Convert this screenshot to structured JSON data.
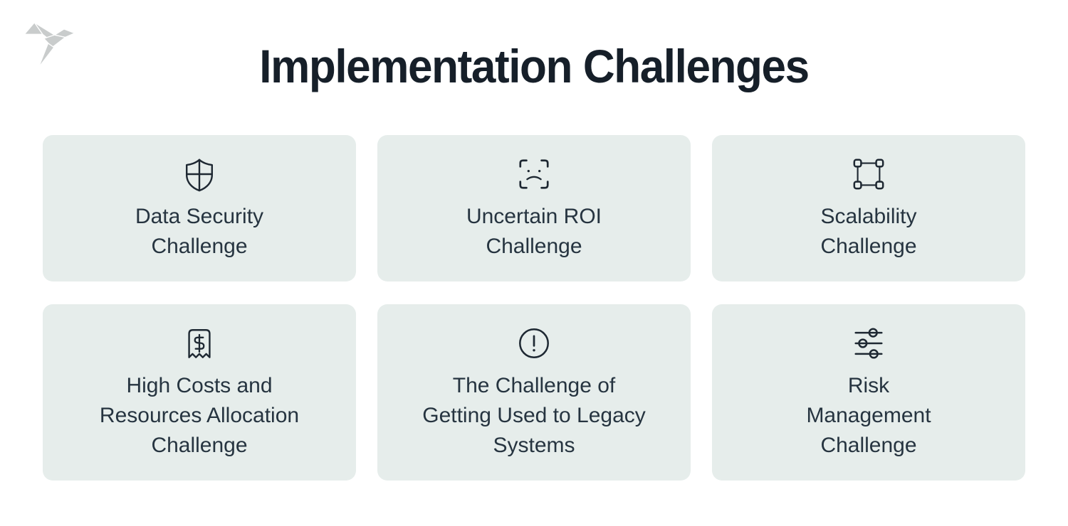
{
  "page": {
    "title": "Implementation Challenges",
    "logo": "origami-bird"
  },
  "theme": {
    "background": "#ffffff",
    "card_background": "#e6edeb",
    "title_color": "#161f29",
    "card_text_color": "#263440",
    "icon_stroke": "#1e2832",
    "logo_color": "#c9cccc"
  },
  "cards": [
    {
      "icon": "shield-cross-icon",
      "label": "Data Security\nChallenge"
    },
    {
      "icon": "face-scan-frown-icon",
      "label": "Uncertain ROI\nChallenge"
    },
    {
      "icon": "selection-handles-icon",
      "label": "Scalability\nChallenge"
    },
    {
      "icon": "receipt-dollar-icon",
      "label": "High Costs and\nResources Allocation\nChallenge"
    },
    {
      "icon": "alert-circle-icon",
      "label": "The Challenge of\nGetting Used to Legacy\nSystems"
    },
    {
      "icon": "sliders-icon",
      "label": "Risk\nManagement\nChallenge"
    }
  ]
}
